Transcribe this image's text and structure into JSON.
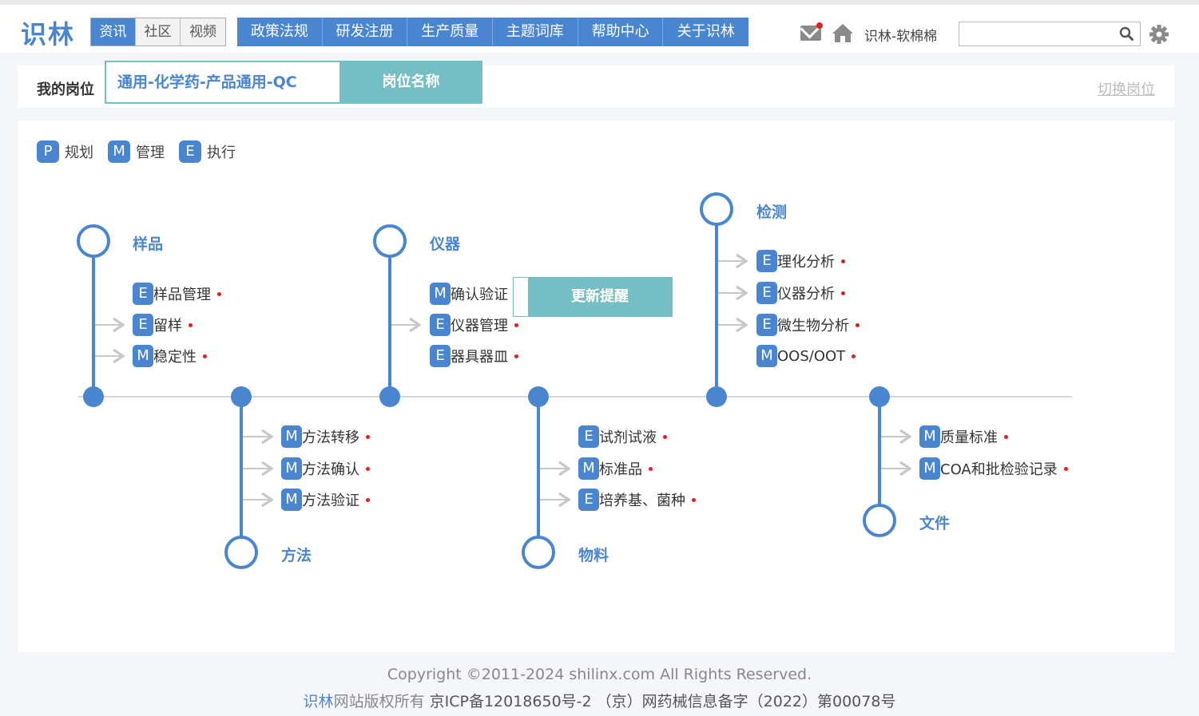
{
  "header": {
    "logo": "识林",
    "segments": [
      "资讯",
      "社区",
      "视频"
    ],
    "nav": [
      "政策法规",
      "研发注册",
      "生产质量",
      "主题词库",
      "帮助中心",
      "关于识林"
    ],
    "user": "识林-软棉棉",
    "search_placeholder": "",
    "icons": {
      "mail": "mail-icon",
      "home": "home-icon",
      "search": "search-icon",
      "settings": "gear-icon"
    }
  },
  "position": {
    "label": "我的岗位",
    "value": "通用-化学药-产品通用-QC",
    "name_button": "岗位名称",
    "switch_link": "切换岗位"
  },
  "legend": [
    {
      "code": "P",
      "label": "规划"
    },
    {
      "code": "M",
      "label": "管理"
    },
    {
      "code": "E",
      "label": "执行"
    }
  ],
  "categories": {
    "sample": {
      "title": "样品",
      "items": [
        {
          "code": "E",
          "label": "样品管理"
        },
        {
          "code": "E",
          "label": "留样"
        },
        {
          "code": "M",
          "label": "稳定性"
        }
      ]
    },
    "method": {
      "title": "方法",
      "items": [
        {
          "code": "M",
          "label": "方法转移"
        },
        {
          "code": "M",
          "label": "方法确认"
        },
        {
          "code": "M",
          "label": "方法验证"
        }
      ]
    },
    "instrument": {
      "title": "仪器",
      "items": [
        {
          "code": "M",
          "label": "确认验证"
        },
        {
          "code": "E",
          "label": "仪器管理"
        },
        {
          "code": "E",
          "label": "器具器皿"
        }
      ]
    },
    "material": {
      "title": "物料",
      "items": [
        {
          "code": "E",
          "label": "试剂试液"
        },
        {
          "code": "M",
          "label": "标准品"
        },
        {
          "code": "E",
          "label": "培养基、菌种"
        }
      ]
    },
    "testing": {
      "title": "检测",
      "items": [
        {
          "code": "E",
          "label": "理化分析"
        },
        {
          "code": "E",
          "label": "仪器分析"
        },
        {
          "code": "E",
          "label": "微生物分析"
        },
        {
          "code": "M",
          "label": "OOS/OOT"
        }
      ]
    },
    "document": {
      "title": "文件",
      "items": [
        {
          "code": "M",
          "label": "质量标准"
        },
        {
          "code": "M",
          "label": "COA和批检验记录"
        }
      ]
    }
  },
  "update_reminder": "更新提醒",
  "footer": {
    "copyright": "Copyright ©2011-2024 shilinx.com All Rights Reserved.",
    "brand": "识林",
    "rights": "网站版权所有",
    "icp": "京ICP备12018650号-2 （京）网药械信息备字（2022）第00078号"
  },
  "colors": {
    "primary": "#4a86d0",
    "teal": "#74bec4",
    "dot": "#e02020"
  }
}
